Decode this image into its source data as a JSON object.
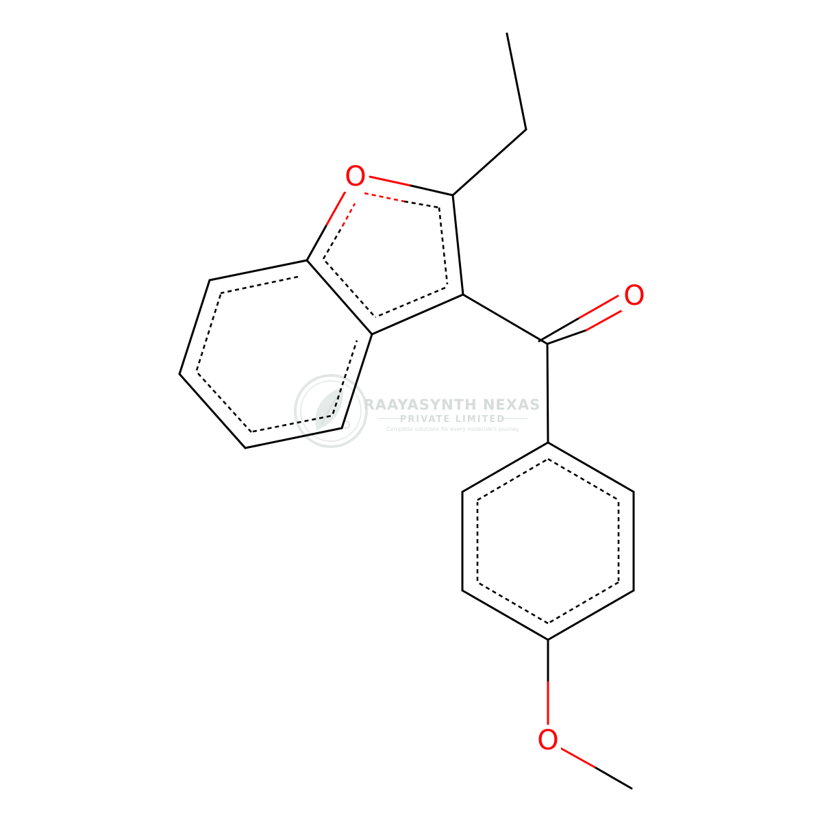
{
  "molecule": {
    "atoms": {
      "furan_oxygen": "O",
      "carbonyl_oxygen": "O",
      "methoxy_oxygen": "O"
    }
  },
  "watermark": {
    "company": "RAAYASYNTH NEXAS",
    "company_line2": "PRIVATE LIMITED",
    "tagline": "Complete solutions for every molecule's journey",
    "logo_icon": "leaf-molecule-logo-icon"
  },
  "colors": {
    "bond": "#000000",
    "heteroatom": "#ff0000",
    "watermark": "#d2d9d6"
  }
}
